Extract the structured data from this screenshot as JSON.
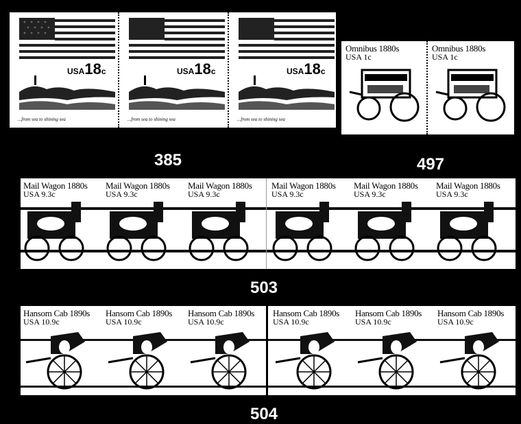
{
  "lots": [
    {
      "number": "385",
      "stamps": [
        {
          "denomination_prefix": "USA",
          "denomination": "18",
          "unit": "c",
          "caption": "...from sea to shining sea"
        },
        {
          "denomination_prefix": "USA",
          "denomination": "18",
          "unit": "c",
          "caption": "...from sea to shining sea"
        },
        {
          "denomination_prefix": "USA",
          "denomination": "18",
          "unit": "c",
          "caption": "...from sea to shining sea"
        }
      ]
    },
    {
      "number": "497",
      "stamps": [
        {
          "title": "Omnibus 1880s",
          "value": "USA 1c"
        },
        {
          "title": "Omnibus 1880s",
          "value": "USA 1c"
        }
      ]
    },
    {
      "number": "503",
      "stamps": [
        {
          "title": "Mail Wagon 1880s",
          "value": "USA 9.3c"
        },
        {
          "title": "Mail Wagon 1880s",
          "value": "USA 9.3c"
        },
        {
          "title": "Mail Wagon 1880s",
          "value": "USA 9.3c"
        },
        {
          "title": "Mail Wagon 1880s",
          "value": "USA 9.3c"
        },
        {
          "title": "Mail Wagon 1880s",
          "value": "USA 9.3c"
        },
        {
          "title": "Mail Wagon 1880s",
          "value": "USA 9.3c"
        }
      ]
    },
    {
      "number": "504",
      "stamps": [
        {
          "title": "Hansom Cab 1890s",
          "value": "USA 10.9c"
        },
        {
          "title": "Hansom Cab 1890s",
          "value": "USA 10.9c"
        },
        {
          "title": "Hansom Cab 1890s",
          "value": "USA 10.9c"
        },
        {
          "title": "Hansom Cab 1890s",
          "value": "USA 10.9c"
        },
        {
          "title": "Hansom Cab 1890s",
          "value": "USA 10.9c"
        },
        {
          "title": "Hansom Cab 1890s",
          "value": "USA 10.9c"
        }
      ]
    }
  ],
  "colors": {
    "background": "#000000",
    "stamp_paper": "#ffffff",
    "ink": "#000000"
  }
}
